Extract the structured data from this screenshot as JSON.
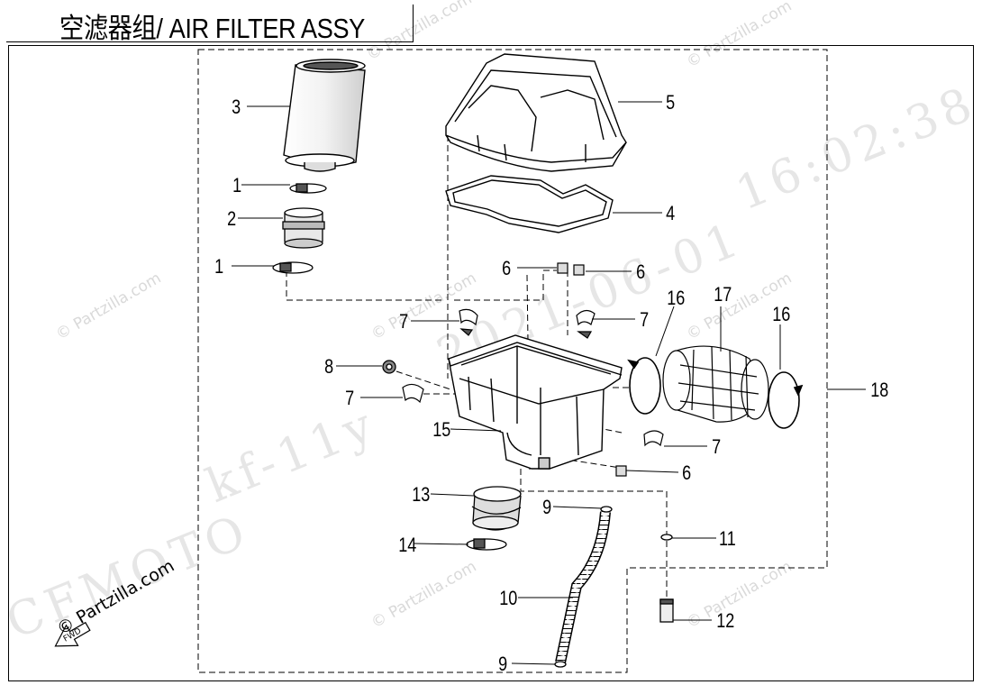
{
  "title": "空滤器组/ AIR FILTER ASSY",
  "watermarks": {
    "partzilla": "© Partzilla.com",
    "brand": "CFMOTO",
    "code": "kf-11y",
    "date": "2021-06-01",
    "time": "16:02:38"
  },
  "fwd_label": "FWD",
  "callouts": [
    {
      "id": "c1a",
      "label": "1",
      "part": "clamp"
    },
    {
      "id": "c2",
      "label": "2",
      "part": "filter sleeve"
    },
    {
      "id": "c1b",
      "label": "1",
      "part": "clamp"
    },
    {
      "id": "c3",
      "label": "3",
      "part": "filter element"
    },
    {
      "id": "c5",
      "label": "5",
      "part": "air box cover"
    },
    {
      "id": "c4",
      "label": "4",
      "part": "seal gasket"
    },
    {
      "id": "c6a",
      "label": "6",
      "part": "clip"
    },
    {
      "id": "c6b",
      "label": "6",
      "part": "clip"
    },
    {
      "id": "c7a",
      "label": "7",
      "part": "clip"
    },
    {
      "id": "c7b",
      "label": "7",
      "part": "clip"
    },
    {
      "id": "c16a",
      "label": "16",
      "part": "hose clamp"
    },
    {
      "id": "c17",
      "label": "17",
      "part": "connecting pipe"
    },
    {
      "id": "c16b",
      "label": "16",
      "part": "hose clamp"
    },
    {
      "id": "c8",
      "label": "8",
      "part": "grommet"
    },
    {
      "id": "c7c",
      "label": "7",
      "part": "clip"
    },
    {
      "id": "c18",
      "label": "18",
      "part": "assy"
    },
    {
      "id": "c15",
      "label": "15",
      "part": "air box"
    },
    {
      "id": "c7d",
      "label": "7",
      "part": "clip"
    },
    {
      "id": "c6c",
      "label": "6",
      "part": "clip"
    },
    {
      "id": "c13",
      "label": "13",
      "part": "inlet pipe"
    },
    {
      "id": "c9a",
      "label": "9",
      "part": "hose clip"
    },
    {
      "id": "c14",
      "label": "14",
      "part": "clamp"
    },
    {
      "id": "c11",
      "label": "11",
      "part": "clip"
    },
    {
      "id": "c10",
      "label": "10",
      "part": "drain hose"
    },
    {
      "id": "c12",
      "label": "12",
      "part": "plug"
    },
    {
      "id": "c9b",
      "label": "9",
      "part": "hose clip"
    }
  ]
}
